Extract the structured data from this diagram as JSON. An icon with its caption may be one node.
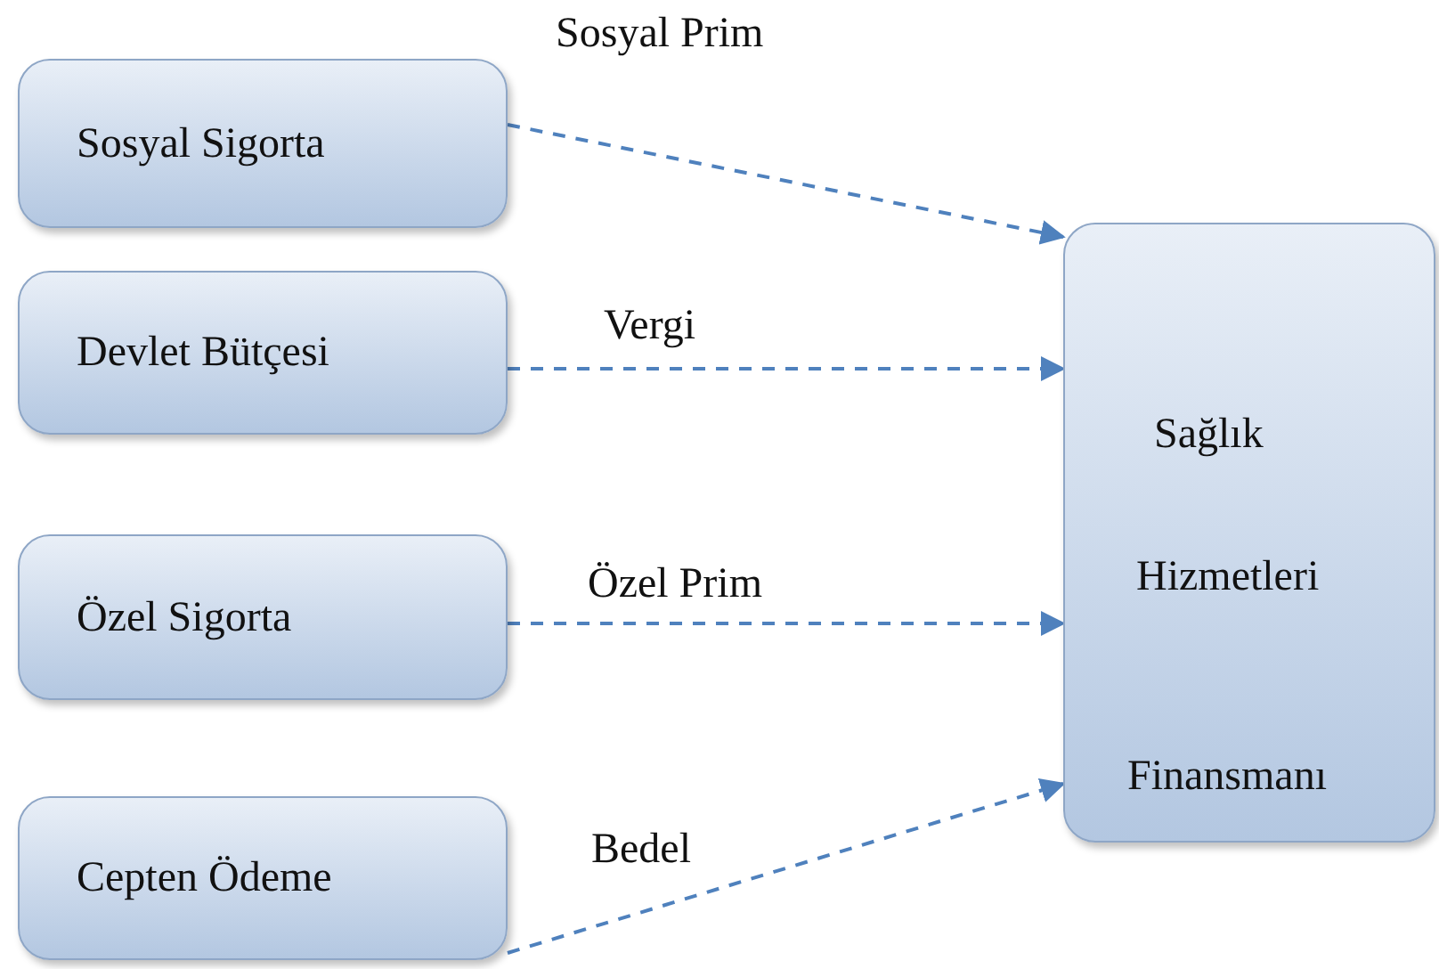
{
  "diagram": {
    "nodes": [
      {
        "text": [
          "Sosyal Sigorta"
        ]
      },
      {
        "text": [
          "Devlet Bütçesi"
        ]
      },
      {
        "text": [
          "Özel Sigorta"
        ]
      },
      {
        "text": [
          "Cepten Ödeme"
        ]
      },
      {
        "text": [
          "Sağlık",
          "Hizmetleri",
          "Finansmanı"
        ]
      }
    ],
    "edges": [
      {
        "from": 0,
        "to": 4,
        "arrow": "to",
        "label": "Sosyal Prim",
        "style": "dashed"
      },
      {
        "from": 1,
        "to": 4,
        "arrow": "to",
        "label": "Vergi",
        "style": "dashed"
      },
      {
        "from": 2,
        "to": 4,
        "arrow": "to",
        "label": "Özel Prim",
        "style": "dashed"
      },
      {
        "from": 3,
        "to": 4,
        "arrow": "to",
        "label": "Bedel",
        "style": "dashed"
      }
    ]
  }
}
